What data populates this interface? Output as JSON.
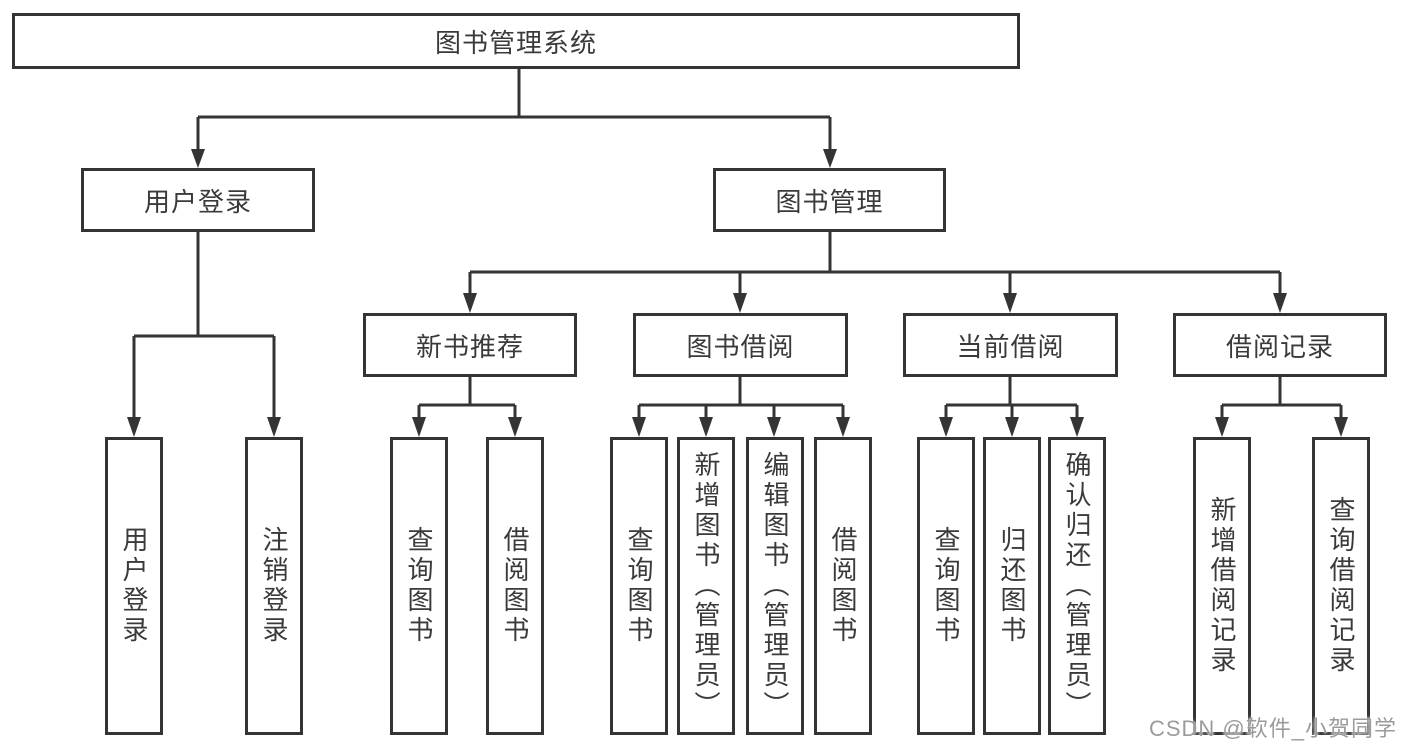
{
  "diagram": {
    "root": {
      "label": "图书管理系统"
    },
    "branches": [
      {
        "label": "用户登录",
        "children": [
          {
            "label": "用户登录"
          },
          {
            "label": "注销登录"
          }
        ]
      },
      {
        "label": "图书管理",
        "children": [
          {
            "label": "新书推荐",
            "children": [
              {
                "label": "查询图书"
              },
              {
                "label": "借阅图书"
              }
            ]
          },
          {
            "label": "图书借阅",
            "children": [
              {
                "label": "查询图书"
              },
              {
                "label": "新增图书（管理员）"
              },
              {
                "label": "编辑图书（管理员）"
              },
              {
                "label": "借阅图书"
              }
            ]
          },
          {
            "label": "当前借阅",
            "children": [
              {
                "label": "查询图书"
              },
              {
                "label": "归还图书"
              },
              {
                "label": "确认归还（管理员）"
              }
            ]
          },
          {
            "label": "借阅记录",
            "children": [
              {
                "label": "新增借阅记录"
              },
              {
                "label": "查询借阅记录"
              }
            ]
          }
        ]
      }
    ]
  },
  "watermark": {
    "text": "CSDN @软件_小贺同学"
  },
  "colors": {
    "line": "#343434",
    "text": "#3a3a3a",
    "background": "#ffffff",
    "watermark": "#9b9b9b"
  }
}
